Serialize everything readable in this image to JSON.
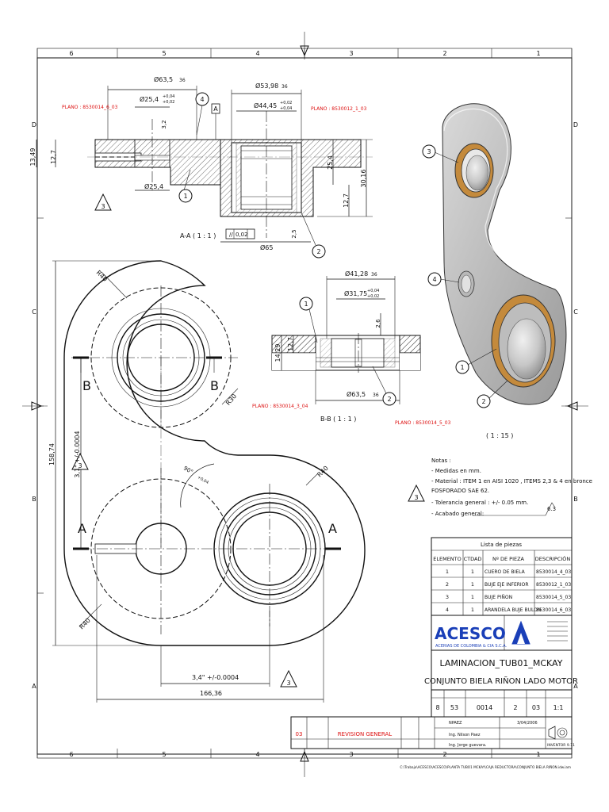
{
  "border": {
    "col_labels": [
      "6",
      "5",
      "4",
      "3",
      "2",
      "1"
    ],
    "row_labels": [
      "D",
      "C",
      "B",
      "A"
    ]
  },
  "section_aa": {
    "label": "A-A ( 1 : 1 )",
    "plan_left": "PLANO : 8530014_6_03",
    "plan_right": "PLANO : 8530012_1_03",
    "dims": {
      "d63": "Ø63,5",
      "d63_tol": "36",
      "d25": "Ø25,4",
      "d25_tol_up": "+0,04",
      "d25_tol_dn": "+0,02",
      "d53": "Ø53,98",
      "d53_tol": "36",
      "d44": "Ø44,45",
      "d44_tol_up": "+0,02",
      "d44_tol_dn": "+0,04",
      "d254": "Ø25,4",
      "d65": "Ø65",
      "h1349": "13,49",
      "h127a": "12,7",
      "h254": "25,4",
      "h127b": "12,7",
      "h3016": "30,16",
      "v32": "3,2",
      "v25": "2,5",
      "flatness": "0,02",
      "datum": "A"
    },
    "balloons": [
      "4",
      "1",
      "2"
    ],
    "tri": "3"
  },
  "section_bb": {
    "label": "B-B ( 1 : 1 )",
    "plan": "PLANO : 8530014_5_03",
    "dims": {
      "d41": "Ø41,28",
      "d41_tol": "36",
      "d31": "Ø31,75",
      "d31_tol_up": "+0,04",
      "d31_tol_dn": "+0,02",
      "v26": "2,6",
      "h1429": "14,29",
      "h127": "12,7",
      "d635": "Ø63,5",
      "d635_tol": "36"
    },
    "balloons": [
      "1",
      "2"
    ]
  },
  "plan_view": {
    "plan": "PLANO : 8530014_3_04",
    "cut_b": "B",
    "cut_a": "A",
    "r40a": "R40",
    "r30": "R30",
    "r40b": "R40",
    "r40c": "R40",
    "angle": "90°",
    "angle_tol": "+0,04",
    "h15874": "158,74",
    "v31": "3,1\" +/-0.0004",
    "d34": "3,4\" +/-0.0004",
    "d16636": "166,36",
    "tri_a": "3",
    "tri_b": "3"
  },
  "iso": {
    "scale": "( 1 : 15 )",
    "balloons": [
      "3",
      "4",
      "1",
      "2"
    ]
  },
  "notes": {
    "title": "Notas :",
    "lines": [
      "- Medidas en mm.",
      "- Material : ITEM 1 en AISI 1020 , ITEMS 2,3 & 4 en bronce",
      "FOSFORADO SAE 62.",
      "- Tolerancia general : +/- 0.05 mm.",
      "- Acabado general:"
    ],
    "finish": "6.3",
    "tri": "3"
  },
  "bom": {
    "title": "Lista de piezas",
    "headers": [
      "ELEMENTO",
      "CTDAD",
      "Nº DE PIEZA",
      "DESCRIPCIÓN"
    ],
    "rows": [
      [
        "1",
        "1",
        "CUERO DE BIELA",
        "8530014_4_03"
      ],
      [
        "2",
        "1",
        "BUJE EJE INFERIOR",
        "8530012_1_03"
      ],
      [
        "3",
        "1",
        "BUJE PIÑON",
        "8530014_5_03"
      ],
      [
        "4",
        "1",
        "ARANDELA BUJE BULON",
        "8530014_6_03"
      ]
    ]
  },
  "logo": {
    "name": "ACESCO",
    "tagline": "ACERIAS DE COLOMBIA & CIA S.C.A.",
    "color": "#1a3fb8"
  },
  "title_block": {
    "title1": "LAMINACION_TUB01_MCKAY",
    "title2": "CONJUNTO BIELA RIÑON LADO MOTOR",
    "cells": [
      "8",
      "53",
      "0014",
      "2",
      "03",
      "1:1"
    ],
    "drawn_by": "Ing. Nilson Paez",
    "approved_by": "Ing. Jorge guevara.",
    "date": "3/04/2006",
    "rev_no": "03",
    "rev_desc": "REVISION GENERAL",
    "sheet": "INVENTOR 9.11",
    "nparz": "NPAEZ"
  },
  "footer_path": "C:\\Trabajo\\ACESCO\\ACESCO\\PLANTA TUBO1 MCKAY\\CAJA REDUCTORA\\CONJUNTO BIELA RIÑON.idw.iam"
}
